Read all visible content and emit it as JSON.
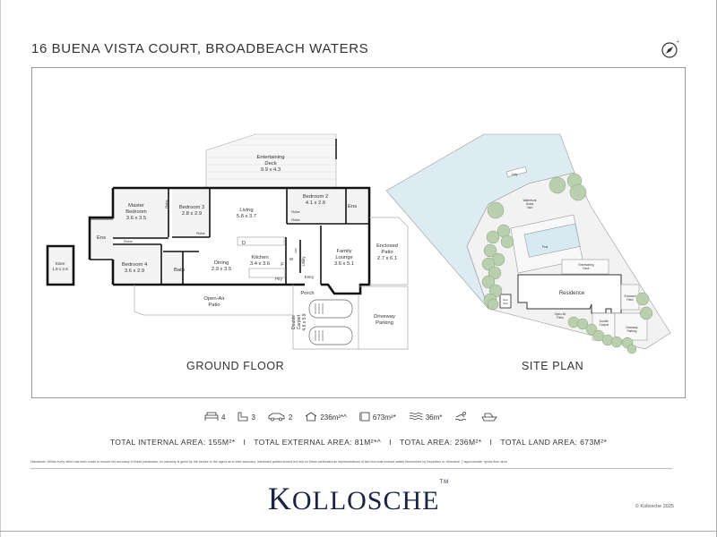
{
  "header": {
    "title": "16 BUENA VISTA COURT, BROADBEACH WATERS",
    "compass_icon": "compass-north-icon"
  },
  "ground_floor": {
    "caption": "GROUND FLOOR",
    "rooms": {
      "deck": [
        "Entertaining",
        "Deck",
        "9.9 x 4.3"
      ],
      "master": [
        "Master",
        "Bedroom",
        "3.6 x 3.5"
      ],
      "bed3": [
        "Bedroom 3",
        "2.8 x 2.9"
      ],
      "living": [
        "Living",
        "5.8 x 3.7"
      ],
      "bed2": [
        "Bedroom 2",
        "4.1 x 2.6"
      ],
      "ens_right": "Ens",
      "ens_left": "Ens",
      "robe_master": "Robe",
      "robe_bed3": "Robe",
      "robe_bed2a": "Robe",
      "robe_bed2b": "Robe",
      "robe_bed4": "Robe",
      "store": [
        "Store",
        "1.9 x 2.6"
      ],
      "bed4": [
        "Bedroom 4",
        "3.6 x 2.9"
      ],
      "bath": "Bath",
      "dining": [
        "Dining",
        "2.9 x 3.5"
      ],
      "kitchen": [
        "Kitchen",
        "3.4 x 3.6"
      ],
      "d": "D",
      "f": "F",
      "w": "W",
      "pantry": "Ptry",
      "linen": "Lin",
      "utility": "Utility",
      "entry": "Entry",
      "family": [
        "Family",
        "Lounge",
        "3.6 x 5.1"
      ],
      "enclosed": [
        "Enclosed",
        "Patio",
        "2.7 x 6.1"
      ],
      "porch": "Porch",
      "patio": [
        "Open-Air",
        "Patio"
      ],
      "carport": [
        "Double",
        "Carport",
        "4.6 x 5.9"
      ],
      "driveway": [
        "Driveway",
        "Parking"
      ]
    }
  },
  "site_plan": {
    "caption": "SITE PLAN",
    "labels": {
      "jetty": "Jetty",
      "yard": [
        "Waterfront",
        "Grass",
        "Yard"
      ],
      "pool": "Pool",
      "deck": [
        "Entertaining",
        "Deck"
      ],
      "residence": "Residence",
      "patio": [
        "Open-Air",
        "Patio"
      ],
      "carport": [
        "Double",
        "Carport"
      ],
      "driveway": [
        "Driveway",
        "Parking"
      ],
      "enclosed": [
        "Enclosed",
        "Patio"
      ],
      "store": [
        "Store",
        "Shed"
      ]
    },
    "colors": {
      "water": "#dcecf2",
      "land": "#f2f2f2",
      "tree": "#b9cfad"
    }
  },
  "features": [
    {
      "icon": "bed-icon",
      "value": "4"
    },
    {
      "icon": "bath-icon",
      "value": "3"
    },
    {
      "icon": "car-icon",
      "value": "2"
    },
    {
      "icon": "house-area-icon",
      "value": "236m²*^"
    },
    {
      "icon": "land-area-icon",
      "value": "673m²*"
    },
    {
      "icon": "water-frontage-icon",
      "value": "36m*"
    },
    {
      "icon": "swimming-icon",
      "value": ""
    },
    {
      "icon": "boat-icon",
      "value": ""
    }
  ],
  "areas": [
    "TOTAL INTERNAL AREA: 155M²*",
    "TOTAL EXTERNAL AREA: 81M²*^",
    "TOTAL AREA: 236M²*",
    "TOTAL LAND AREA: 673M²*"
  ],
  "areas_separator": "I",
  "disclaimer": "Disclaimer: Whilst every effort has been made to ensure the accuracy of these particulars, no warranty is given by the vendor or the agent as to their accuracy. Interested parties should not rely on these particulars as representations of fact but must instead satisfy themselves by inspection or otherwise. | *approximate ^gross floor area",
  "brand": {
    "first": "K",
    "rest": "OLLOSCHE",
    "tm": "TM",
    "color": "#1a2340"
  },
  "copyright": "© Kollosche 2025"
}
